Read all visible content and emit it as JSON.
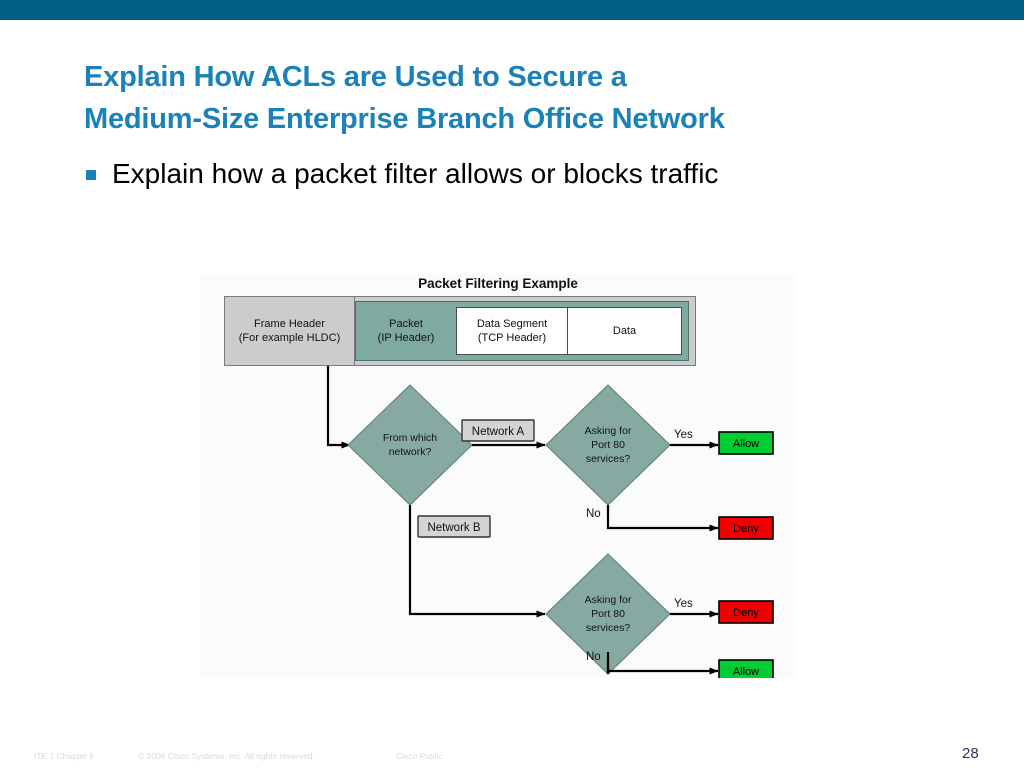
{
  "theme": {
    "banner_color": "#005f85",
    "title_color": "#1b82b8",
    "diamond_fill": "#86aaa2",
    "packet_fill": "#7faaa2",
    "allow_color": "#00cc33",
    "deny_color": "#ee0000",
    "page_number_color": "#2f3268"
  },
  "title": {
    "line1": "Explain How ACLs are Used to Secure a",
    "line2": "Medium-Size Enterprise Branch Office Network"
  },
  "bullet": {
    "text": "Explain how a packet filter allows or blocks traffic"
  },
  "diagram": {
    "heading": "Packet Filtering Example",
    "packet_bar": {
      "frame_header_line1": "Frame Header",
      "frame_header_line2": "(For example HLDC)",
      "packet_line1": "Packet",
      "packet_line2": "(IP Header)",
      "segment_line1": "Data Segment",
      "segment_line2": "(TCP Header)",
      "data": "Data"
    },
    "decisions": [
      {
        "id": "from-which-network",
        "line1": "From which",
        "line2": "network?",
        "line3": ""
      },
      {
        "id": "port80-upper",
        "line1": "Asking for",
        "line2": "Port 80",
        "line3": "services?"
      },
      {
        "id": "port80-lower",
        "line1": "Asking for",
        "line2": "Port 80",
        "line3": "services?"
      }
    ],
    "network_labels": {
      "network_a": "Network A",
      "network_b": "Network B"
    },
    "branch_labels": {
      "yes": "Yes",
      "no": "No"
    },
    "results": {
      "upper_yes": "Allow",
      "upper_no": "Deny",
      "lower_yes": "Deny",
      "lower_no": "Allow"
    }
  },
  "footer": {
    "chapter": "ITE 1 Chapter 6",
    "copyright": "© 2006 Cisco Systems, Inc. All rights reserved.",
    "public": "Cisco Public",
    "page_number": "28"
  }
}
